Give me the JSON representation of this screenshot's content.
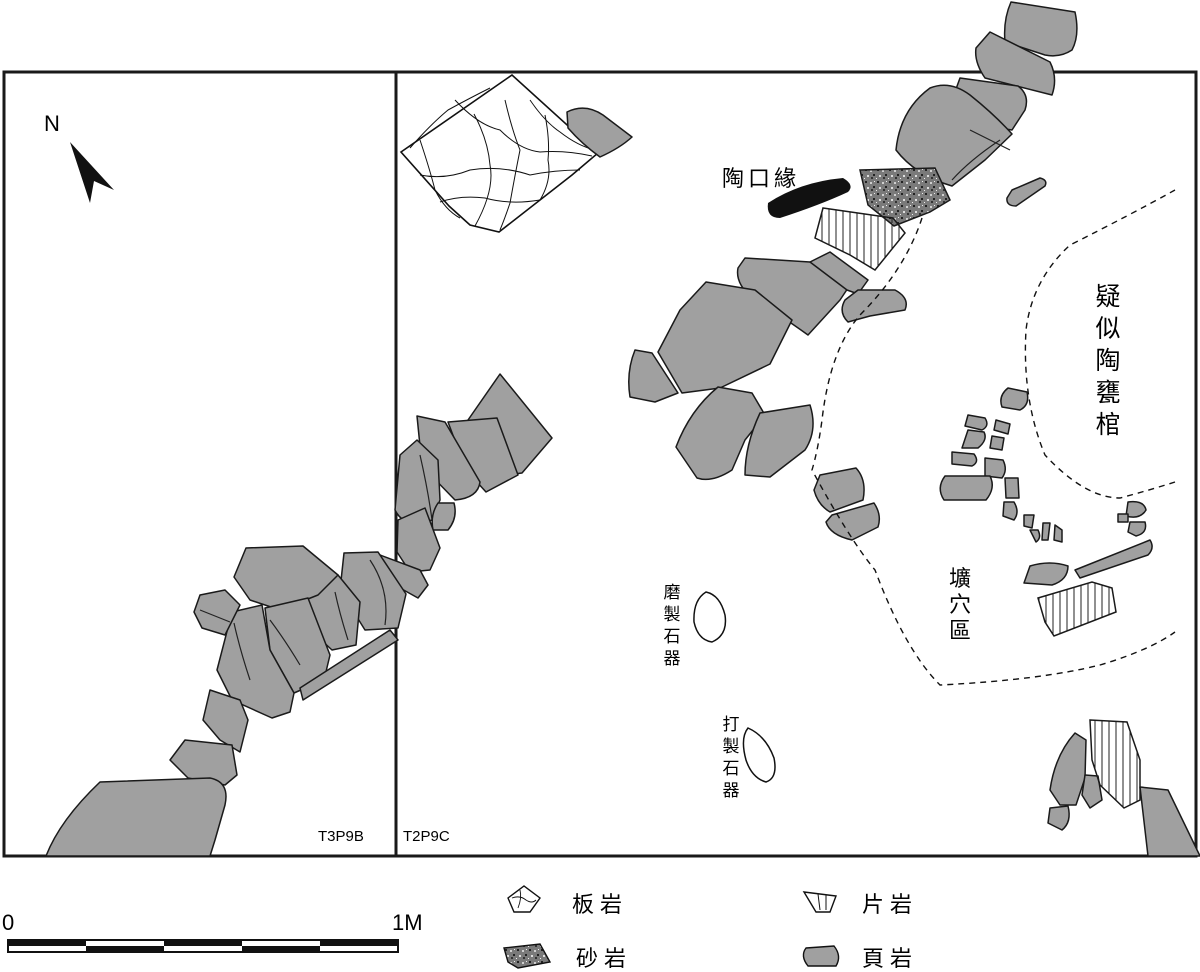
{
  "north_label": "N",
  "units": {
    "left_label": "T3P9B",
    "right_label": "T2P9C"
  },
  "annotations": {
    "pottery_rim": "陶口緣",
    "jar_coffin": [
      "疑",
      "似",
      "陶",
      "甕",
      "棺"
    ],
    "pit_area": [
      "壙",
      "穴",
      "區"
    ],
    "ground_tool": [
      "磨",
      "製",
      "石",
      "器"
    ],
    "chipped_tool": [
      "打",
      "製",
      "石",
      "器"
    ]
  },
  "scale_bar": {
    "start_label": "0",
    "end_label": "1M"
  },
  "legend": {
    "slate": "板岩",
    "sandstone": "砂岩",
    "schist": "片岩",
    "shale": "頁岩"
  },
  "colors": {
    "shale": "#a0a0a0",
    "outline": "#1a1a1a",
    "pottery": "#111111",
    "background": "#ffffff"
  }
}
